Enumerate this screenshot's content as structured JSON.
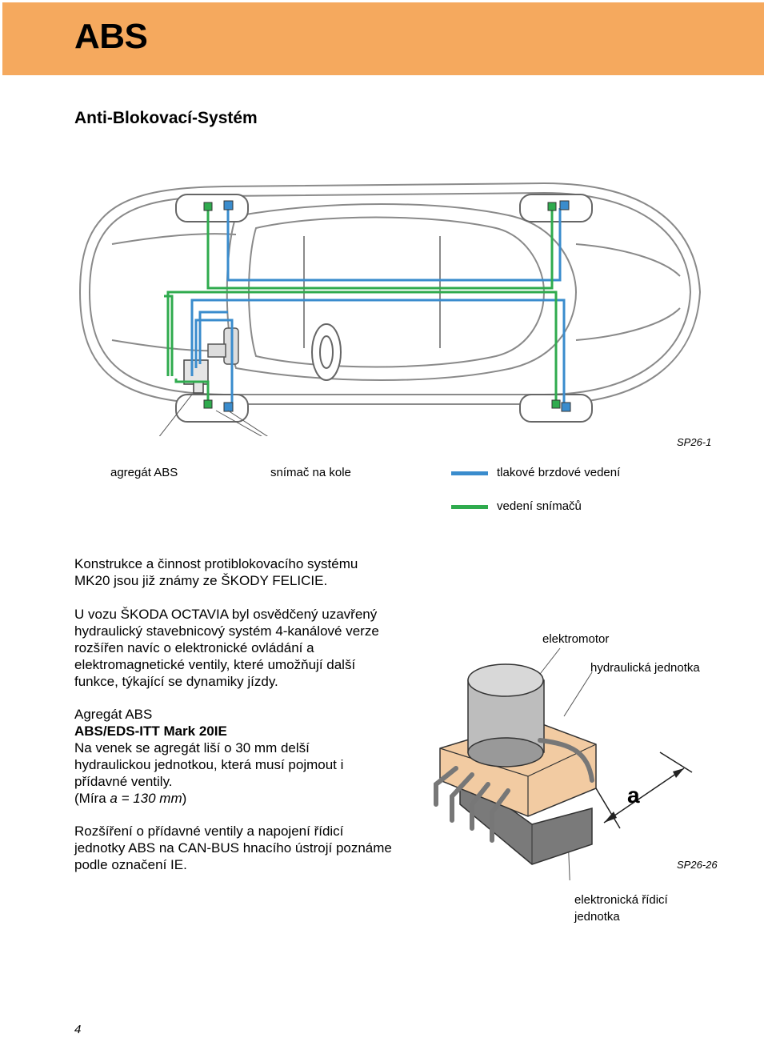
{
  "header": {
    "title": "ABS"
  },
  "subtitle": "Anti-Blokovací-Systém",
  "figure1": {
    "ref": "SP26-1",
    "labels": {
      "abs_unit": "agregát ABS",
      "wheel_sensor": "snímač na kole"
    },
    "legend": [
      {
        "label": "tlakové brzdové vedení",
        "color": "#3a8ccd"
      },
      {
        "label": "vedení snímačů",
        "color": "#2fab4e"
      }
    ]
  },
  "text": {
    "p1": "Konstrukce a činnost protiblokovacího systému MK20 jsou již známy ze ŠKODY FELICIE.",
    "p2": "U vozu ŠKODA OCTAVIA byl osvědčený uzavřený hydraulický stavebnicový systém 4-kanálové verze rozšířen navíc o elektronické ovládání a elektromagnetické ventily, které umožňují další funkce, týkající se dynamiky jízdy.",
    "p3_l1": "Agregát ABS",
    "p3_l2": "ABS/EDS-ITT Mark 20IE",
    "p3_l3": "Na venek se agregát liší o 30 mm delší hydraulickou jednotkou, která musí pojmout i přídavné ventily.",
    "p3_l4_a": "(Míra ",
    "p3_l4_b": "a = 130 mm",
    "p3_l4_c": ")",
    "p4": "Rozšíření o přídavné ventily a napojení řídicí jednotky ABS na CAN-BUS hnacího ústrojí poznáme podle označení IE."
  },
  "figure2": {
    "ref": "SP26-26",
    "labels": {
      "motor": "elektromotor",
      "hydraulic": "hydraulická jednotka",
      "dimension": "a",
      "ecu_line1": "elektronická řídicí",
      "ecu_line2": "jednotka"
    }
  },
  "page_number": "4"
}
